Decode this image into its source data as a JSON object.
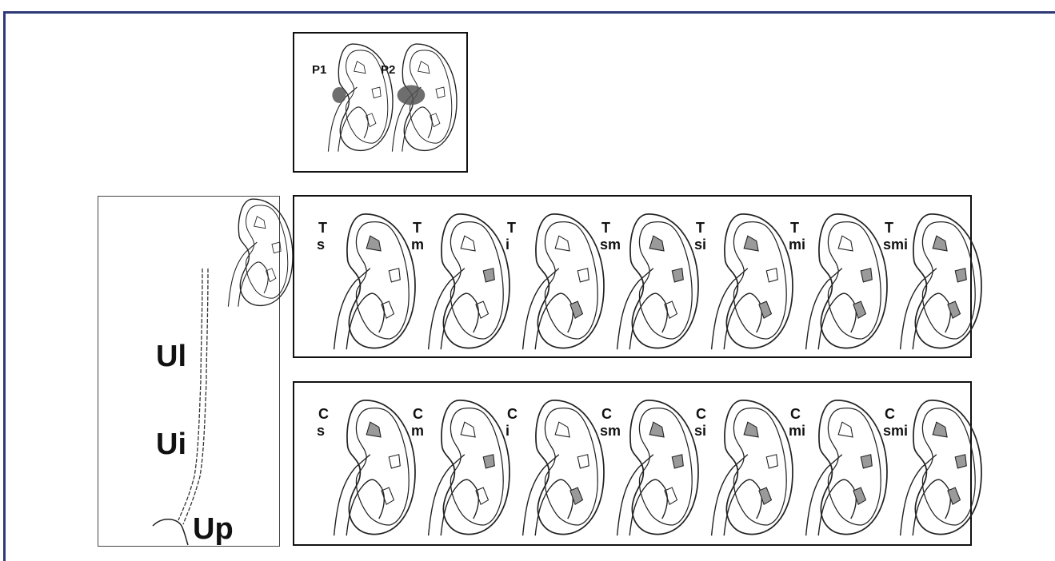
{
  "pelvis_panel": {
    "labels": [
      "P1",
      "P2"
    ]
  },
  "ureter_panel": {
    "labels": [
      "Ul",
      "Ui",
      "Up"
    ]
  },
  "t_panel": {
    "letter": "T",
    "items": [
      {
        "sub": "s",
        "marks": [
          "s"
        ]
      },
      {
        "sub": "m",
        "marks": [
          "m"
        ]
      },
      {
        "sub": "i",
        "marks": [
          "i"
        ]
      },
      {
        "sub": "sm",
        "marks": [
          "s",
          "m"
        ]
      },
      {
        "sub": "si",
        "marks": [
          "s",
          "i"
        ]
      },
      {
        "sub": "mi",
        "marks": [
          "m",
          "i"
        ]
      },
      {
        "sub": "smi",
        "marks": [
          "s",
          "m",
          "i"
        ]
      }
    ]
  },
  "c_panel": {
    "letter": "C",
    "items": [
      {
        "sub": "s",
        "marks": [
          "s"
        ]
      },
      {
        "sub": "m",
        "marks": [
          "m"
        ]
      },
      {
        "sub": "i",
        "marks": [
          "i"
        ]
      },
      {
        "sub": "sm",
        "marks": [
          "s",
          "m"
        ]
      },
      {
        "sub": "si",
        "marks": [
          "s",
          "i"
        ]
      },
      {
        "sub": "mi",
        "marks": [
          "m",
          "i"
        ]
      },
      {
        "sub": "smi",
        "marks": [
          "s",
          "m",
          "i"
        ]
      }
    ]
  },
  "colors": {
    "frame": "#2e3a78",
    "ink": "#111111",
    "shade": "#9a9a9a"
  }
}
